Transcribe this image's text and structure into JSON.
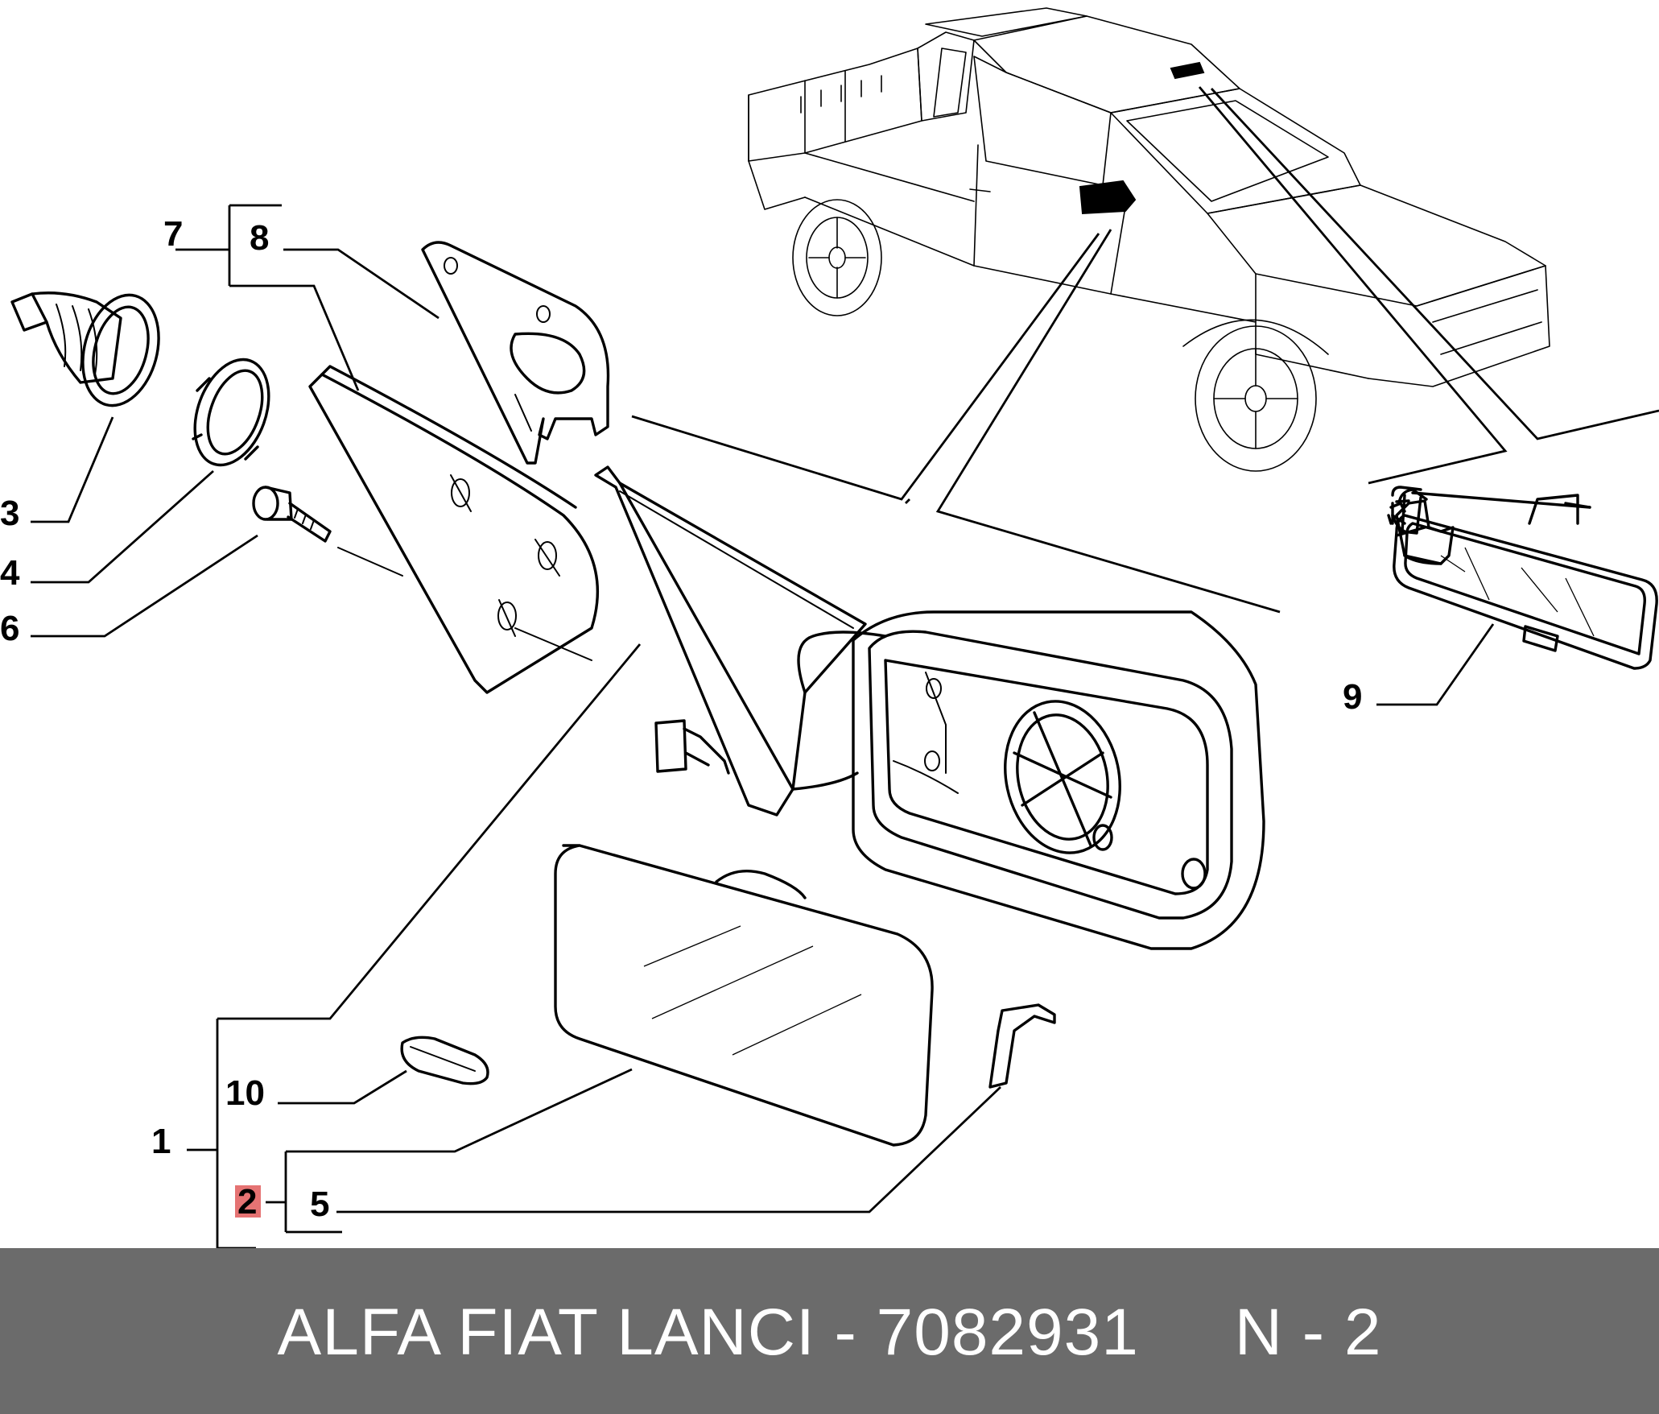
{
  "callouts": {
    "c1": "1",
    "c2": "2",
    "c3": "3",
    "c4": "4",
    "c5": "5",
    "c6": "6",
    "c7": "7",
    "c8": "8",
    "c9": "9",
    "c10": "10"
  },
  "footer": {
    "text": "ALFA FIAT LANCI - 7082931     N - 2"
  },
  "colors": {
    "footer_background": "#6b6b6b",
    "footer_text": "#ffffff",
    "highlight": "#e57373"
  },
  "highlighted_callout": "2"
}
